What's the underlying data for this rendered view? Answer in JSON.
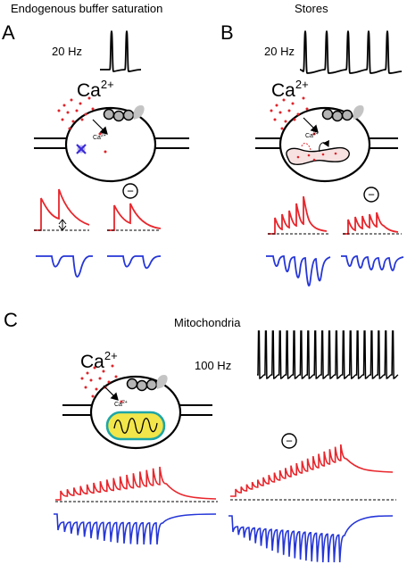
{
  "panels": {
    "a": {
      "letter": "A",
      "title": "Endogenous buffer saturation",
      "freq": "20 Hz"
    },
    "b": {
      "letter": "B",
      "title": "Stores",
      "freq": "20 Hz"
    },
    "c": {
      "letter": "C",
      "title": "Mitochondria",
      "freq": "100 Hz"
    }
  },
  "ion": {
    "large": "Ca",
    "large_sup": "2+",
    "small": "Ca",
    "small_sup": "2+"
  },
  "minus_symbol": "−",
  "colors": {
    "calcium_trace": "#e8262c",
    "current_trace": "#2536d8",
    "spike_trace": "#000000",
    "calcium_dots": "#e0242a",
    "mitochondrion_fill": "#f2e64a",
    "mitochondrion_outline": "#1fa6a6",
    "er_fill": "#f7e1e1",
    "buffer_x": "#3a2bd6",
    "vesicle_fill": "#b5b5b5"
  },
  "icons": [
    "synapse-cartoon",
    "calcium-dot",
    "vesicle",
    "buffer-x-icon",
    "er-store",
    "mitochondrion",
    "minus-circle-icon"
  ]
}
